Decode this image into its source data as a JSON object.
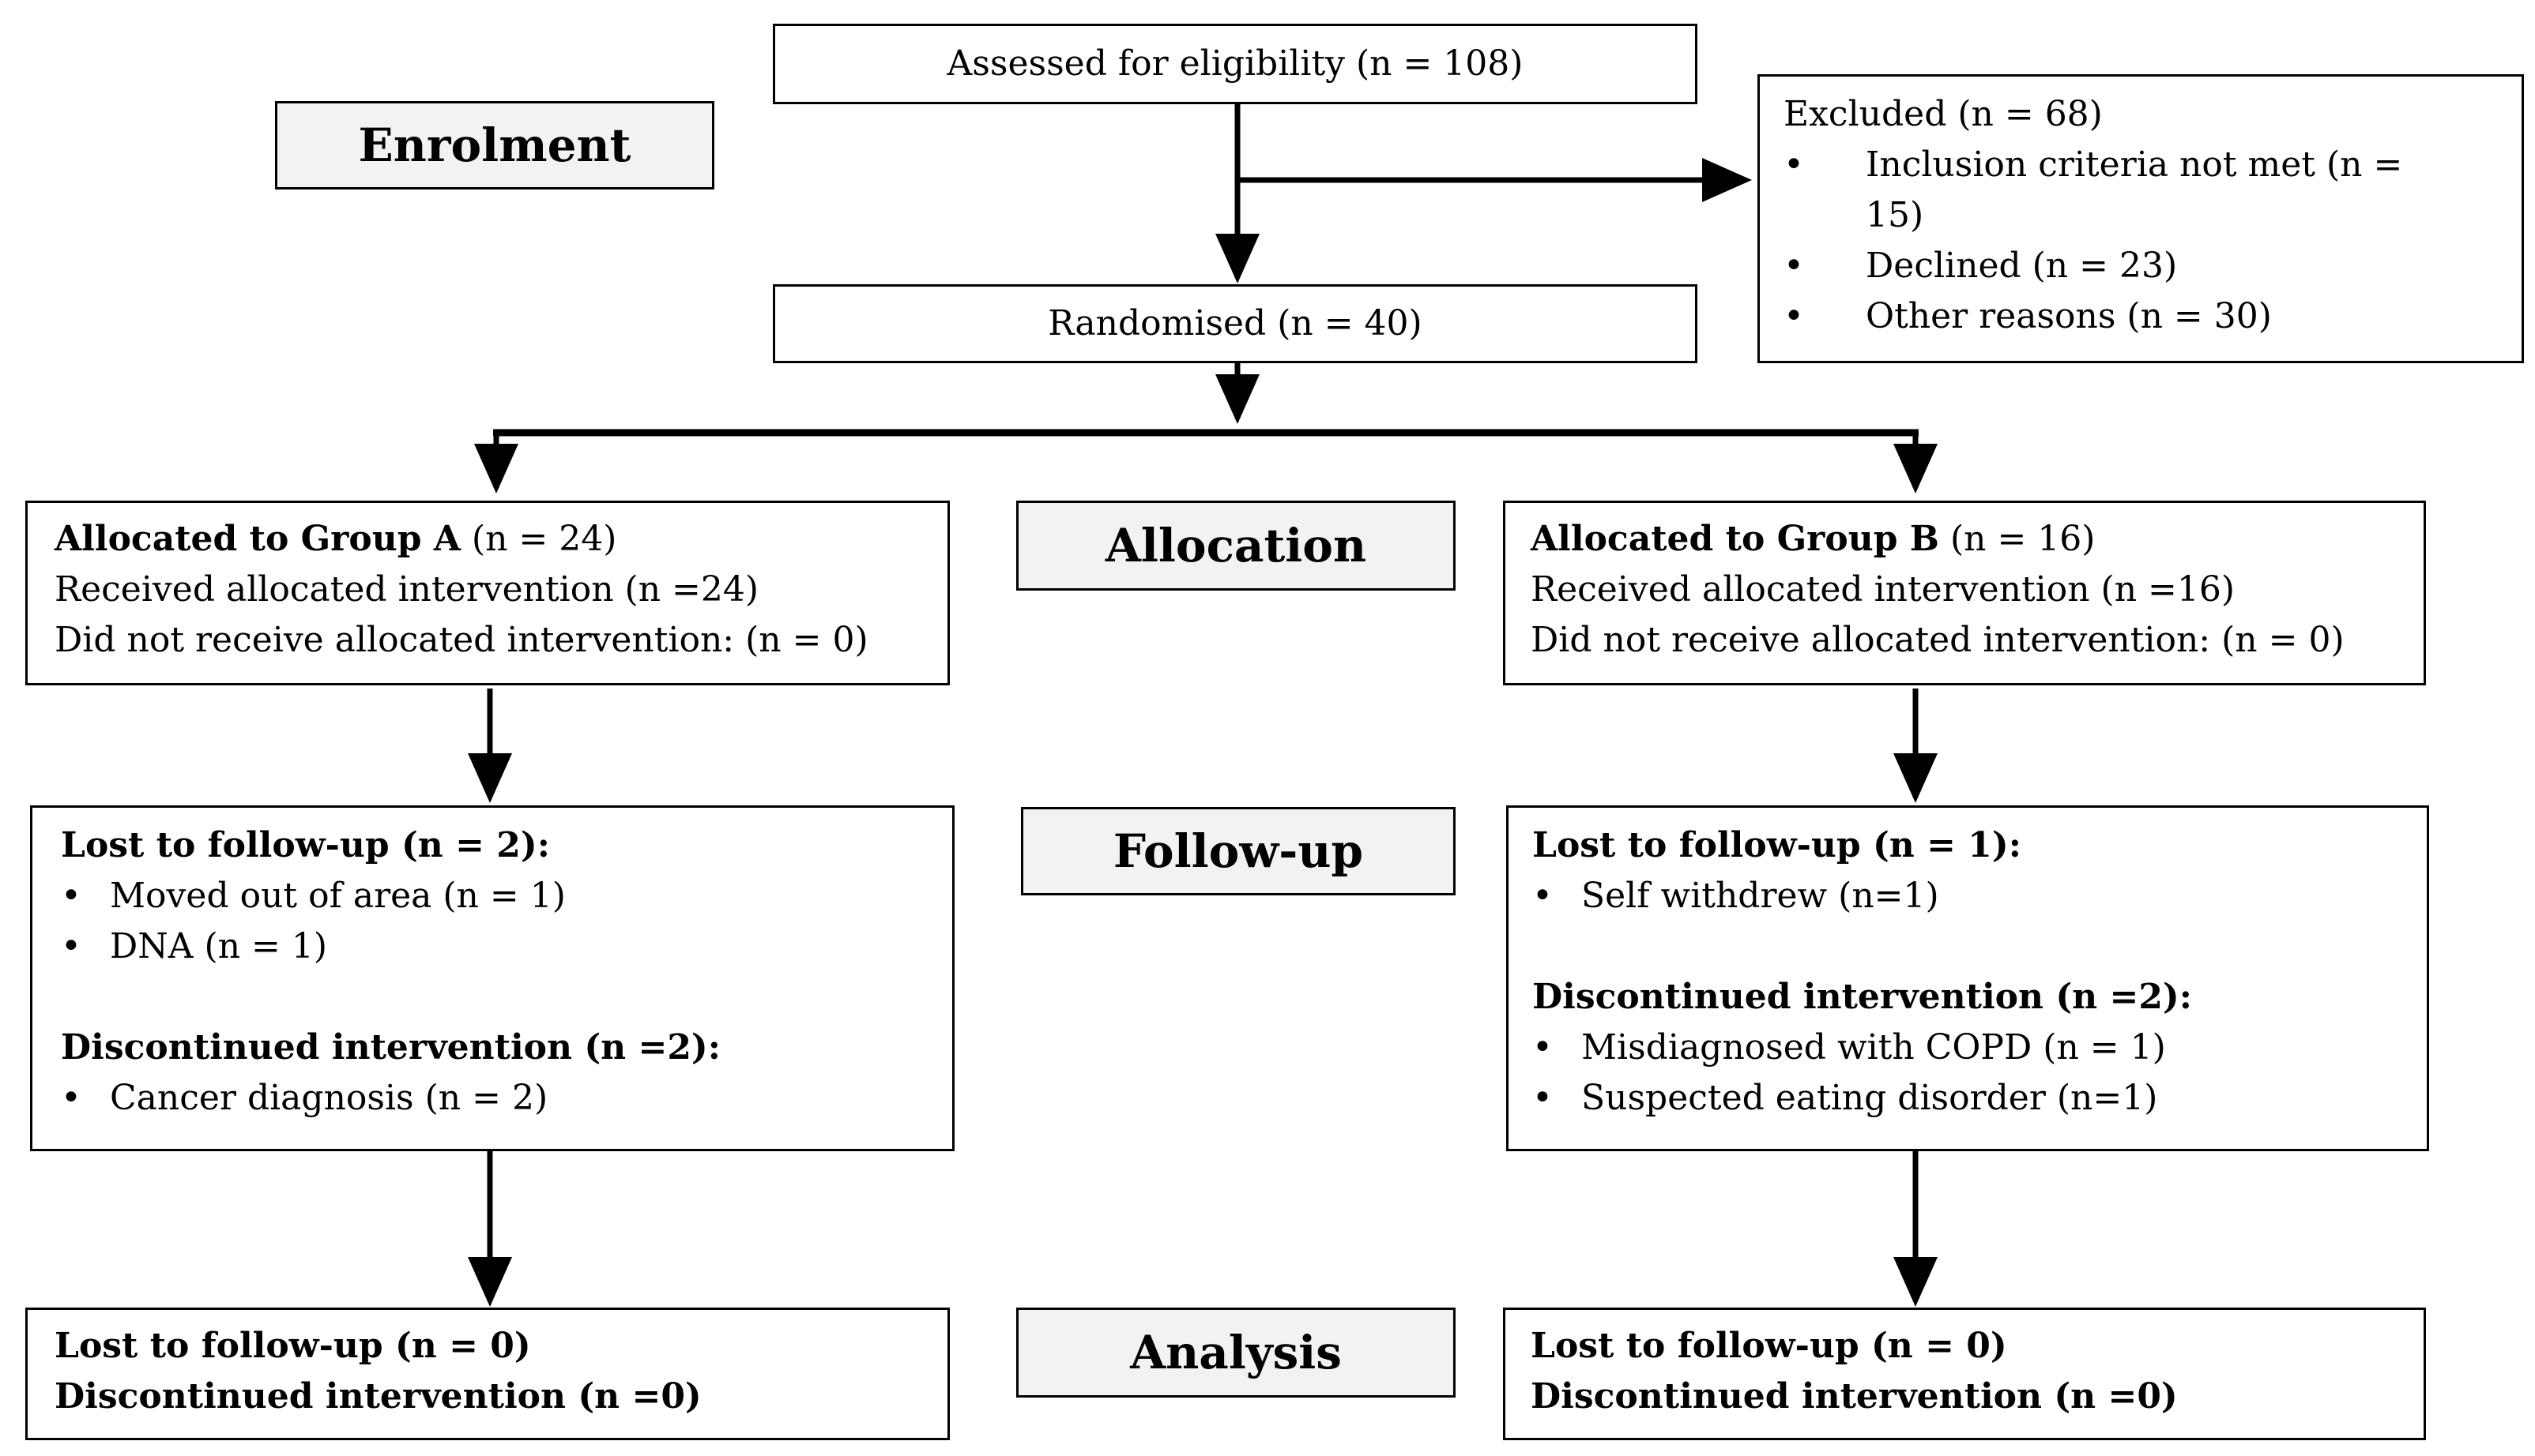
{
  "stages": {
    "enrolment": "Enrolment",
    "allocation": "Allocation",
    "followup": "Follow-up",
    "analysis": "Analysis"
  },
  "assessed": "Assessed  for eligibility  (n = 108)",
  "excluded": {
    "title": "Excluded  (n = 68)",
    "items": [
      "Inclusion  criteria  not met (n =",
      "15)",
      "Declined  (n = 23)",
      "Other reasons  (n = 30)"
    ]
  },
  "randomised": "Randomised  (n = 40)",
  "group_a": {
    "alloc_bold": "Allocated to Group A",
    "alloc_n": " (n = 24)",
    "received": "Received  allocated  intervention  (n =24)",
    "not_received": "Did not receive  allocated  intervention:  (n = 0)",
    "lost_title": "Lost to follow-up (n = 2):",
    "lost_items": [
      "Moved  out of area (n = 1)",
      "DNA (n = 1)"
    ],
    "disc_title": "Discontinued intervention (n =2):",
    "disc_items": [
      "Cancer diagnosis  (n = 2)"
    ],
    "analysis_lost": "Lost to follow-up (n = 0)",
    "analysis_disc": "Discontinued intervention (n =0)"
  },
  "group_b": {
    "alloc_bold": "Allocated to Group B",
    "alloc_n": " (n = 16)",
    "received": "Received  allocated  intervention  (n =16)",
    "not_received": "Did not receive  allocated  intervention:  (n = 0)",
    "lost_title": "Lost to follow-up (n = 1):",
    "lost_items": [
      "Self withdrew  (n=1)"
    ],
    "disc_title": "Discontinued intervention (n =2):",
    "disc_items": [
      "Misdiagnosed  with  COPD (n = 1)",
      "Suspected  eating disorder  (n=1)"
    ],
    "analysis_lost": "Lost to follow-up (n = 0)",
    "analysis_disc": "Discontinued intervention (n =0)"
  },
  "bullet": "•"
}
